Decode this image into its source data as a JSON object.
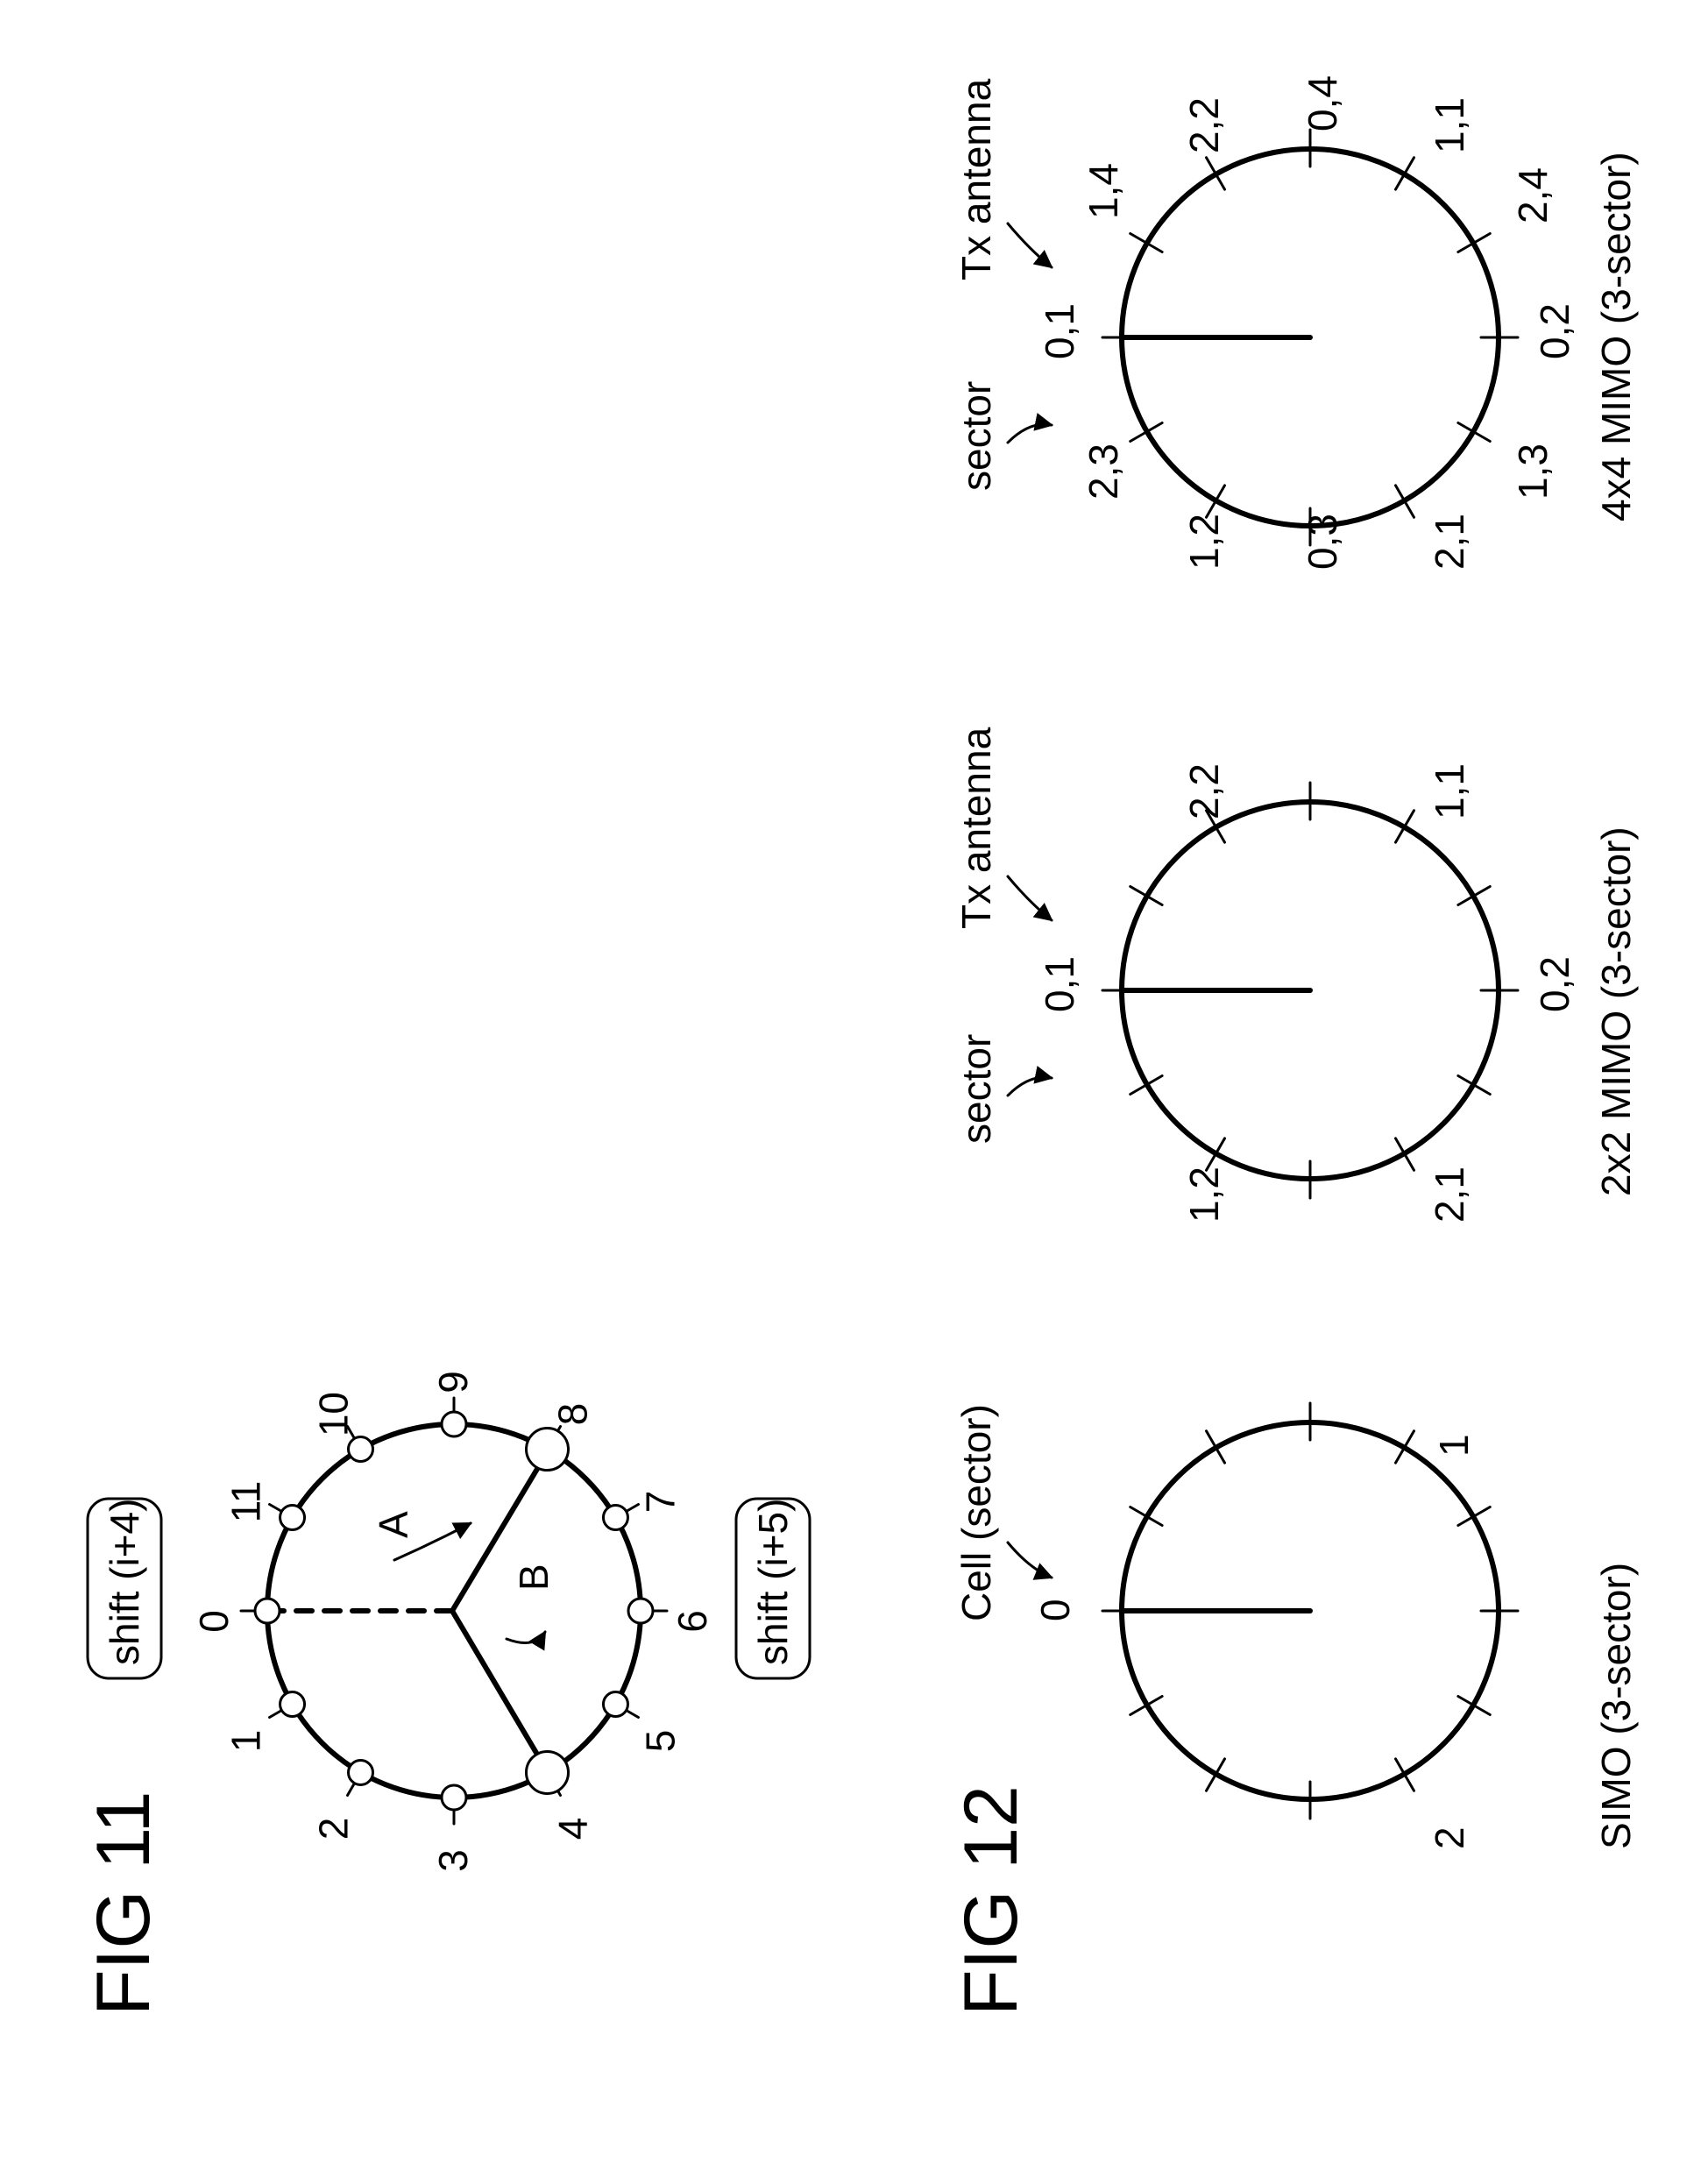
{
  "fig11": {
    "title": "FIG 11",
    "shift_top": "shift (i+4)",
    "shift_bottom": "shift (i+5)",
    "arrow_a": "A",
    "arrow_b": "B",
    "ticks": [
      "0",
      "1",
      "2",
      "3",
      "4",
      "5",
      "6",
      "7",
      "8",
      "9",
      "10",
      "11"
    ]
  },
  "fig12": {
    "title": "FIG 12",
    "simo": {
      "caption": "SIMO (3-sector)",
      "pointer_label": "Cell (sector)",
      "labels": [
        "0",
        "1",
        "2"
      ]
    },
    "mimo2": {
      "caption": "2x2 MIMO (3-sector)",
      "sector_label": "sector",
      "antenna_label": "Tx antenna",
      "labels": [
        "0,1",
        "1,1",
        "2,1",
        "0,2",
        "1,2",
        "2,2"
      ]
    },
    "mimo4": {
      "caption": "4x4 MIMO (3-sector)",
      "sector_label": "sector",
      "antenna_label": "Tx antenna",
      "labels": [
        "0,1",
        "1,1",
        "2,1",
        "0,2",
        "1,2",
        "2,2",
        "0,3",
        "1,3",
        "2,3",
        "0,4",
        "1,4",
        "2,4"
      ]
    }
  }
}
